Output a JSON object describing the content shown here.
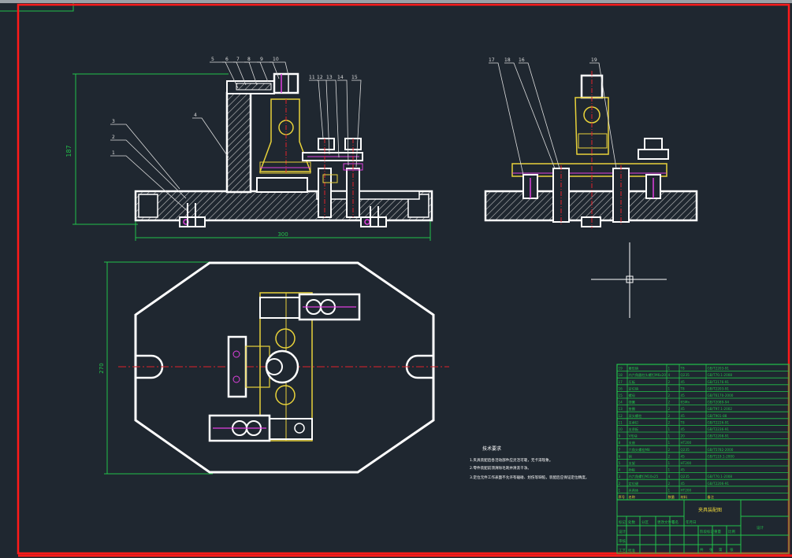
{
  "colors": {
    "background": "#1f2730",
    "frame": "#ff1a1a",
    "outline": "#ffffff",
    "dimension": "#22c24a",
    "leader": "#dddddd",
    "center_line": "#e0202a",
    "yellow_part": "#e8d23a",
    "magenta_part": "#e040e0",
    "crosshair": "#ffffff"
  },
  "dimensions": {
    "front_height": "187",
    "front_width": "300",
    "plan_height": "270"
  },
  "front_view_labels": [
    "1",
    "2",
    "3",
    "4",
    "5",
    "6",
    "7",
    "8",
    "9",
    "10",
    "11",
    "12",
    "13",
    "14",
    "15"
  ],
  "side_view_labels": [
    "17",
    "18",
    "16",
    "19"
  ],
  "notes": {
    "title": "技术要求",
    "line1": "1.夹具装配后各活动部件应灵活可靠，无卡滞现象。",
    "line2": "2.零件装配前须清除毛刺并清洗干净。",
    "line3": "3.定位元件工作表面不允许有磕碰、划伤等缺陷，装配后应保证定位精度。"
  },
  "title_block": {
    "drawing_name": "夹具装配图",
    "company": "设计",
    "labels": [
      "标记",
      "处数",
      "分区",
      "更改文件号",
      "签名",
      "年月日"
    ],
    "row_labels": [
      "设计",
      "审核",
      "工艺",
      "批准"
    ],
    "stage": [
      "阶段标记",
      "重量",
      "比例"
    ],
    "sheets": [
      "共",
      "张",
      "第",
      "张"
    ]
  },
  "bom": {
    "header": [
      "序号",
      "名称",
      "数量",
      "材料",
      "备注"
    ],
    "rows": [
      [
        "19",
        "菱形销",
        "1",
        "T8",
        "GB/T2203-91"
      ],
      [
        "18",
        "内六角圆柱头螺钉M6x20",
        "4",
        "Q235",
        "GB/T70.1-2008"
      ],
      [
        "17",
        "压板",
        "2",
        "45",
        "GB/T2176-91"
      ],
      [
        "16",
        "定位销",
        "1",
        "T8",
        "GB/T2203-91"
      ],
      [
        "15",
        "螺母",
        "2",
        "45",
        "GB/T6170-2000"
      ],
      [
        "14",
        "弹簧",
        "2",
        "65Mn",
        "GB/T2089-94"
      ],
      [
        "13",
        "垫圈",
        "2",
        "45",
        "GB/T97.1-2002"
      ],
      [
        "12",
        "双头螺柱",
        "2",
        "45",
        "GB/T901-88"
      ],
      [
        "11",
        "支承钉",
        "2",
        "T8",
        "GB/T2226-91"
      ],
      [
        "10",
        "支承板",
        "1",
        "45",
        "GB/T2236-91"
      ],
      [
        "9",
        "V形块",
        "1",
        "20",
        "GB/T2208-91"
      ],
      [
        "8",
        "支座",
        "1",
        "HT200",
        ""
      ],
      [
        "7",
        "六角头螺栓M8",
        "2",
        "Q235",
        "GB/T5782-2000"
      ],
      [
        "6",
        "销",
        "2",
        "45",
        "GB/T119.1-2000"
      ],
      [
        "5",
        "支架",
        "1",
        "HT200",
        ""
      ],
      [
        "4",
        "肋板",
        "1",
        "45",
        ""
      ],
      [
        "3",
        "内六角螺钉M10x25",
        "4",
        "Q235",
        "GB/T70.1-2008"
      ],
      [
        "2",
        "定位键",
        "2",
        "45",
        "GB/T2206-91"
      ],
      [
        "1",
        "夹具体",
        "1",
        "HT200",
        ""
      ]
    ]
  }
}
